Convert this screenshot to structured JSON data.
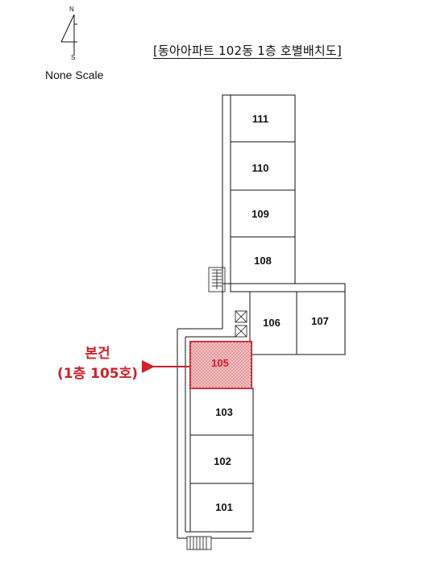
{
  "header": {
    "title": "[동아아파트 102동 1층 호별배치도]",
    "compass_north": "N",
    "compass_south": "S",
    "scale_note": "None Scale"
  },
  "units": [
    "111",
    "110",
    "109",
    "108",
    "106",
    "107",
    "105",
    "103",
    "102",
    "101"
  ],
  "subject": {
    "unit": "105",
    "line1": "본건",
    "line2": "(1층 105호)",
    "color": "#d0202a"
  }
}
